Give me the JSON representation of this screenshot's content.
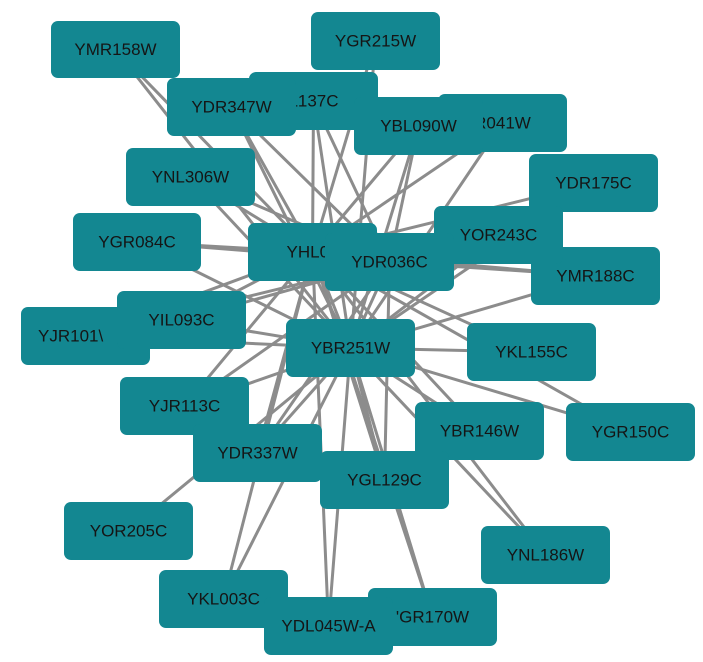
{
  "graph": {
    "node_color": "#138791",
    "edge_color": "#8c8c8c",
    "text_color": "#151515",
    "nodes": [
      {
        "id": "YMR158W",
        "label": "YMR158W"
      },
      {
        "id": "YGR215W",
        "label": "YGR215W"
      },
      {
        "id": "YDR347W",
        "label": "YDR347W"
      },
      {
        "id": "YPL137C",
        "label": "L137C"
      },
      {
        "id": "YBL090W",
        "label": "YBL090W"
      },
      {
        "id": "YMR041W",
        "label": "R041W"
      },
      {
        "id": "YNL306W",
        "label": "YNL306W"
      },
      {
        "id": "YDR175C",
        "label": "YDR175C"
      },
      {
        "id": "YGR084C",
        "label": "YGR084C"
      },
      {
        "id": "YHL004W",
        "label": "YHL00"
      },
      {
        "id": "YDR036C",
        "label": "YDR036C"
      },
      {
        "id": "YOR243C",
        "label": "YOR243C"
      },
      {
        "id": "YMR188C",
        "label": "YMR188C"
      },
      {
        "id": "YJR101W",
        "label": "YJR101\\"
      },
      {
        "id": "YIL093C",
        "label": "YIL093C"
      },
      {
        "id": "YBR251W",
        "label": "YBR251W"
      },
      {
        "id": "YKL155C",
        "label": "YKL155C"
      },
      {
        "id": "YJR113C",
        "label": "YJR113C"
      },
      {
        "id": "YBR146W",
        "label": "YBR146W"
      },
      {
        "id": "YGR150C",
        "label": "YGR150C"
      },
      {
        "id": "YDR337W",
        "label": "YDR337W"
      },
      {
        "id": "YGL129C",
        "label": "YGL129C"
      },
      {
        "id": "YOR205C",
        "label": "YOR205C"
      },
      {
        "id": "YNL186W",
        "label": "YNL186W"
      },
      {
        "id": "YKL003C",
        "label": "YKL003C"
      },
      {
        "id": "YGR170W",
        "label": "'GR170W"
      },
      {
        "id": "YDL045W-A",
        "label": "YDL045W-A"
      }
    ],
    "edges": [
      [
        "YMR158W",
        "YHL004W"
      ],
      [
        "YMR158W",
        "YBR251W"
      ],
      [
        "YGR215W",
        "YHL004W"
      ],
      [
        "YGR215W",
        "YBR251W"
      ],
      [
        "YDR347W",
        "YHL004W"
      ],
      [
        "YDR347W",
        "YBR251W"
      ],
      [
        "YDR347W",
        "YDR036C"
      ],
      [
        "YPL137C",
        "YHL004W"
      ],
      [
        "YPL137C",
        "YBR251W"
      ],
      [
        "YPL137C",
        "YDR036C"
      ],
      [
        "YBL090W",
        "YHL004W"
      ],
      [
        "YBL090W",
        "YBR251W"
      ],
      [
        "YBL090W",
        "YDR036C"
      ],
      [
        "YMR041W",
        "YHL004W"
      ],
      [
        "YMR041W",
        "YBR251W"
      ],
      [
        "YNL306W",
        "YHL004W"
      ],
      [
        "YNL306W",
        "YBR251W"
      ],
      [
        "YNL306W",
        "YDR036C"
      ],
      [
        "YDR175C",
        "YHL004W"
      ],
      [
        "YDR175C",
        "YBR251W"
      ],
      [
        "YGR084C",
        "YHL004W"
      ],
      [
        "YGR084C",
        "YBR251W"
      ],
      [
        "YGR084C",
        "YDR036C"
      ],
      [
        "YOR243C",
        "YHL004W"
      ],
      [
        "YOR243C",
        "YBR251W"
      ],
      [
        "YMR188C",
        "YHL004W"
      ],
      [
        "YMR188C",
        "YBR251W"
      ],
      [
        "YMR188C",
        "YDR036C"
      ],
      [
        "YJR101W",
        "YHL004W"
      ],
      [
        "YJR101W",
        "YBR251W"
      ],
      [
        "YJR101W",
        "YDR036C"
      ],
      [
        "YIL093C",
        "YHL004W"
      ],
      [
        "YIL093C",
        "YBR251W"
      ],
      [
        "YIL093C",
        "YDR036C"
      ],
      [
        "YKL155C",
        "YHL004W"
      ],
      [
        "YKL155C",
        "YBR251W"
      ],
      [
        "YJR113C",
        "YHL004W"
      ],
      [
        "YJR113C",
        "YBR251W"
      ],
      [
        "YJR113C",
        "YDR036C"
      ],
      [
        "YBR146W",
        "YHL004W"
      ],
      [
        "YBR146W",
        "YBR251W"
      ],
      [
        "YGR150C",
        "YHL004W"
      ],
      [
        "YGR150C",
        "YBR251W"
      ],
      [
        "YDR337W",
        "YHL004W"
      ],
      [
        "YDR337W",
        "YBR251W"
      ],
      [
        "YDR337W",
        "YDR036C"
      ],
      [
        "YGL129C",
        "YHL004W"
      ],
      [
        "YGL129C",
        "YBR251W"
      ],
      [
        "YGL129C",
        "YDR036C"
      ],
      [
        "YOR205C",
        "YBR251W"
      ],
      [
        "YNL186W",
        "YHL004W"
      ],
      [
        "YNL186W",
        "YBR251W"
      ],
      [
        "YKL003C",
        "YHL004W"
      ],
      [
        "YKL003C",
        "YBR251W"
      ],
      [
        "YGR170W",
        "YHL004W"
      ],
      [
        "YGR170W",
        "YBR251W"
      ],
      [
        "YDL045W-A",
        "YHL004W"
      ],
      [
        "YDL045W-A",
        "YBR251W"
      ],
      [
        "YHL004W",
        "YBR251W"
      ],
      [
        "YDR036C",
        "YBR251W"
      ],
      [
        "YHL004W",
        "YDR036C"
      ]
    ]
  }
}
